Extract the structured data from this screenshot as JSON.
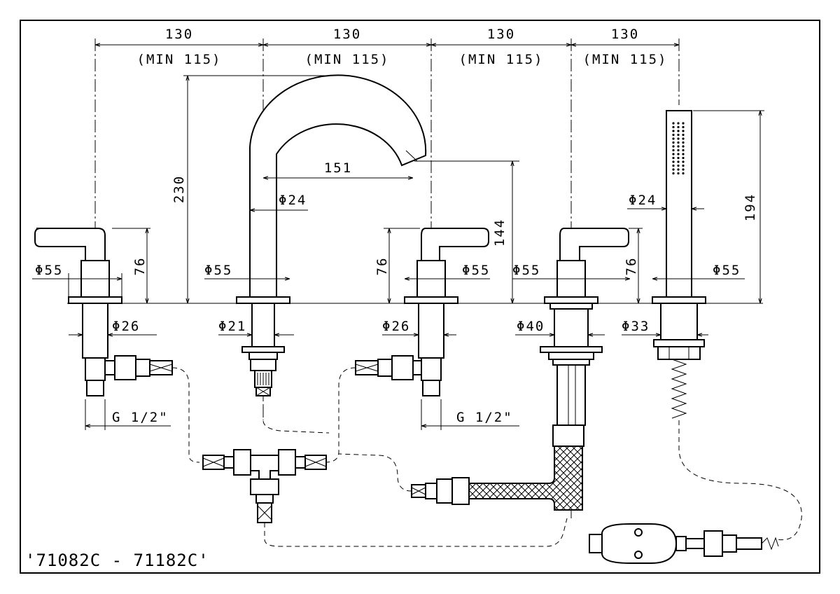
{
  "model_code": "'71082C - 71182C'",
  "spacing": {
    "label": "130",
    "min_label": "(MIN 115)",
    "count": 4
  },
  "left_valve": {
    "diameter_top": "Φ55",
    "height": "76",
    "diameter_body": "Φ26",
    "thread": "G 1/2\""
  },
  "spout": {
    "height": "230",
    "reach": "151",
    "diameter_pipe": "Φ24",
    "diameter_base": "Φ55",
    "diameter_shank": "Φ21"
  },
  "right_valve": {
    "height": "76",
    "diameter_top": "Φ55",
    "diameter_body": "Φ26",
    "thread": "G 1/2\"",
    "spout_outlet_height": "144"
  },
  "diverter": {
    "diameter_top": "Φ55",
    "diameter_body": "Φ40",
    "height": "76"
  },
  "hand_shower": {
    "height": "194",
    "diameter_handle": "Φ24",
    "diameter_base": "Φ55",
    "diameter_body": "Φ33"
  }
}
